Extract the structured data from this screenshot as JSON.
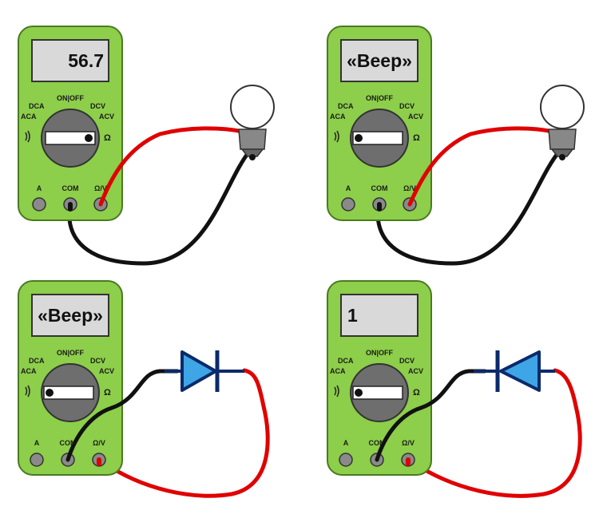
{
  "colors": {
    "body": "#8dce4a",
    "body_edge": "#4a7a22",
    "display_bg": "#d9d9d9",
    "dial": "#6e6e6e",
    "jack": "#8a8a8a",
    "probe_red": "#e00000",
    "probe_black": "#111111",
    "diode_fill": "#3ea6e6",
    "diode_edge": "#0b2a6b",
    "bulb_glass": "#ffffff",
    "bulb_base": "#888888"
  },
  "labels": {
    "on_off": "ON|OFF",
    "dca": "DCA",
    "aca": "ACA",
    "dcv": "DCV",
    "acv": "ACV",
    "ohm": "Ω",
    "jack_a": "A",
    "jack_com": "COM",
    "jack_ohm_v": "Ω/V"
  },
  "panels": [
    {
      "display": "56.7",
      "component": "bulb"
    },
    {
      "display": "«Beep»",
      "component": "bulb"
    },
    {
      "display": "«Beep»",
      "component": "diode-forward"
    },
    {
      "display": "1",
      "component": "diode-reverse"
    }
  ]
}
